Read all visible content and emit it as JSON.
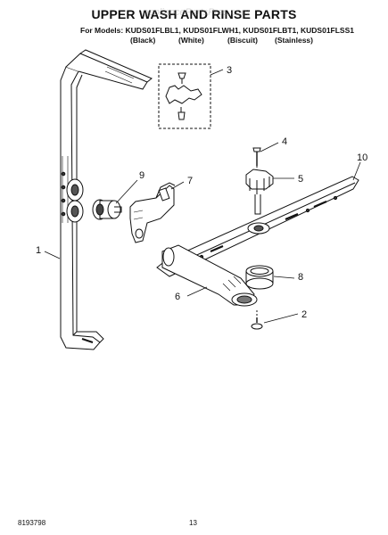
{
  "header": {
    "title": "UPPER WASH AND RINSE PARTS",
    "models": "For Models: KUDS01FLBL1, KUDS01FLWH1, KUDS01FLBT1, KUDS01FLSS1",
    "variants": [
      "(Black)",
      "(White)",
      "(Biscuit)",
      "(Stainless)"
    ]
  },
  "watermark": "appliancePartsPros.com",
  "callouts": [
    "1",
    "2",
    "3",
    "4",
    "5",
    "6",
    "7",
    "8",
    "9",
    "10"
  ],
  "footer": {
    "doc_number": "8193798",
    "page_number": "13"
  }
}
